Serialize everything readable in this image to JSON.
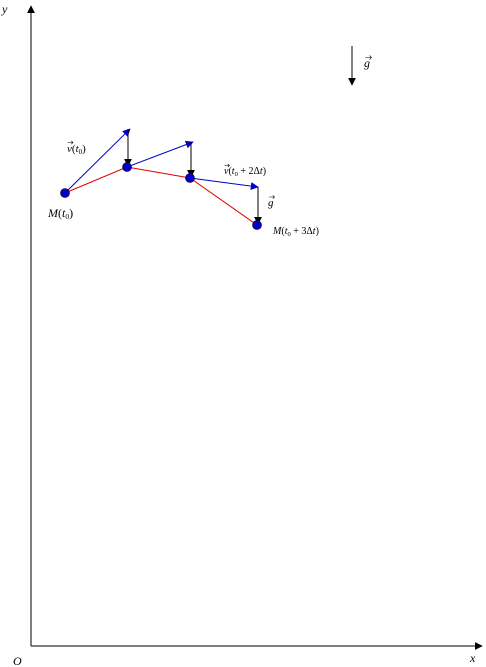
{
  "axes": {
    "x_label": "x",
    "y_label": "y",
    "origin_label": "O"
  },
  "labels": {
    "gravity_top": {
      "vec": "g"
    },
    "gravity_near": {
      "vec": "g"
    },
    "v0": {
      "vec": "v",
      "open": "(",
      "var": "t",
      "sub": "0",
      "close": ")"
    },
    "v2": {
      "vec": "v",
      "open": "(",
      "var": "t",
      "sub": "0",
      "mid": " + 2Δ",
      "var2": "t",
      "close": ")"
    },
    "m0": {
      "name": "M",
      "open": "(",
      "var": "t",
      "sub": "0",
      "close": ")"
    },
    "m3": {
      "name": "M",
      "open": "(",
      "var": "t",
      "sub": "0",
      "mid": " + 3Δ",
      "var2": "t",
      "close": ")"
    }
  },
  "colors": {
    "axis": "#000000",
    "point_fill": "#0000cc",
    "trajectory": "#e00000",
    "velocity": "#0000cc",
    "gravity": "#000000"
  }
}
